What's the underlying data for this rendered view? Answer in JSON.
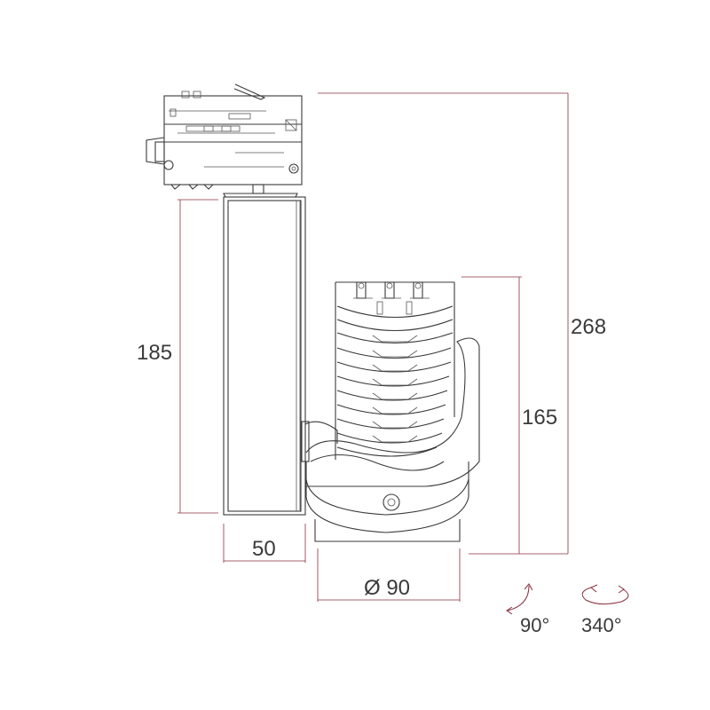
{
  "dimensions": {
    "total_height": "268",
    "adapter_body_height": "185",
    "head_height": "165",
    "body_width": "50",
    "head_diameter": "Ø 90"
  },
  "rotations": {
    "tilt": "90°",
    "pan": "340°"
  },
  "colors": {
    "outline": "#3a3a3a",
    "dimension_line": "#8a2f3c",
    "background": "#ffffff"
  }
}
